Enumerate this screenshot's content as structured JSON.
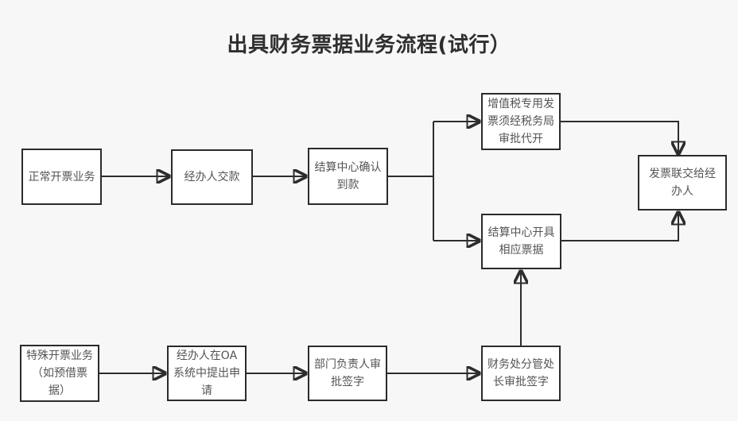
{
  "title": "出具财务票据业务流程(试行）",
  "colors": {
    "background": "#f7f7f7",
    "node_fill": "#ffffff",
    "node_border": "#2b2b2b",
    "connector": "#2d2d2d",
    "node_text": "#545454",
    "title_text": "#2f2f2f"
  },
  "diagram": {
    "type": "flowchart",
    "nodes": [
      {
        "id": "normal-invoice",
        "label": "正常开票业务"
      },
      {
        "id": "handler-payment",
        "label": "经办人交款"
      },
      {
        "id": "confirm-payment",
        "label": "结算中心确认\n到款"
      },
      {
        "id": "vat-approval",
        "label": "增值税专用发\n票须经税务局\n审批代开"
      },
      {
        "id": "issue-bills",
        "label": "结算中心开具\n相应票据"
      },
      {
        "id": "deliver-invoice",
        "label": "发票联交给经\n办人"
      },
      {
        "id": "special-invoice",
        "label": "特殊开票业务\n（如预借票\n据）"
      },
      {
        "id": "oa-apply",
        "label": "经办人在OA\n系统中提出申\n请"
      },
      {
        "id": "dept-sign",
        "label": "部门负责人审\n批签字"
      },
      {
        "id": "director-sign",
        "label": "财务处分管处\n长审批签字"
      }
    ],
    "edges": [
      {
        "from": "normal-invoice",
        "to": "handler-payment"
      },
      {
        "from": "handler-payment",
        "to": "confirm-payment"
      },
      {
        "from": "confirm-payment",
        "to": "vat-approval"
      },
      {
        "from": "confirm-payment",
        "to": "issue-bills"
      },
      {
        "from": "vat-approval",
        "to": "deliver-invoice"
      },
      {
        "from": "issue-bills",
        "to": "deliver-invoice"
      },
      {
        "from": "special-invoice",
        "to": "oa-apply"
      },
      {
        "from": "oa-apply",
        "to": "dept-sign"
      },
      {
        "from": "dept-sign",
        "to": "director-sign"
      },
      {
        "from": "director-sign",
        "to": "issue-bills"
      }
    ]
  }
}
